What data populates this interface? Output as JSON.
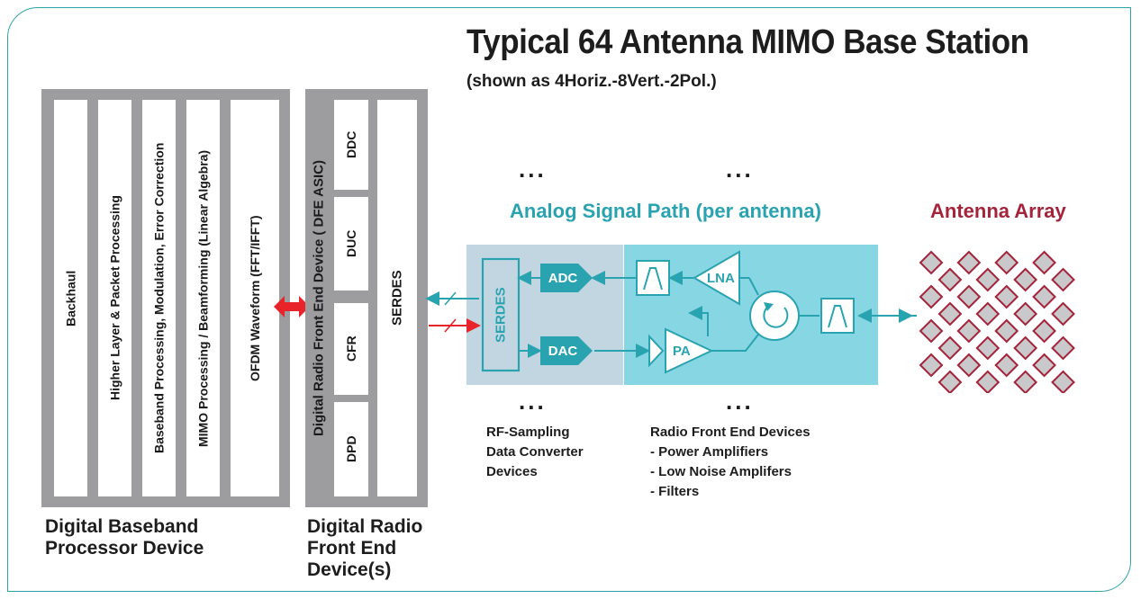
{
  "title": "Typical 64 Antenna MIMO Base Station",
  "subtitle": "(shown as 4Horiz.-8Vert.-2Pol.)",
  "baseband": {
    "lanes": [
      "Backhaul",
      "Higher Layer & Packet Processing",
      "Baseband Processing, Modulation, Error Correction",
      "MIMO Processing / Beamforming  (Linear Algebra)",
      "OFDM Waveform (FFT/IFFT)"
    ],
    "caption_line1": "Digital Baseband",
    "caption_line2": "Processor Device"
  },
  "dfe": {
    "side_label": "Digital Radio Front End Device ( DFE ASIC)",
    "blocks": [
      "DDC",
      "DUC",
      "CFR",
      "DPD"
    ],
    "serdes": "SERDES",
    "caption_line1": "Digital Radio",
    "caption_line2": "Front End",
    "caption_line3": "Device(s)"
  },
  "analog": {
    "title": "Analog Signal Path (per antenna)",
    "serdes": "SERDES",
    "adc": "ADC",
    "dac": "DAC",
    "lna": "LNA",
    "pa": "PA"
  },
  "antenna": {
    "title": "Antenna Array"
  },
  "dots": "...",
  "converter_caption": [
    "RF-Sampling",
    "Data Converter",
    "Devices"
  ],
  "radio_caption": [
    "Radio Front End Devices",
    "- Power Amplifiers",
    "- Low Noise Amplifers",
    "- Filters"
  ],
  "colors": {
    "teal": "#2aa3b0",
    "light_teal": "#86d7e3",
    "gray_blue": "#c2d6e2",
    "panel_gray": "#9d9d9f",
    "crimson": "#a3243b",
    "red": "#e8232a"
  }
}
